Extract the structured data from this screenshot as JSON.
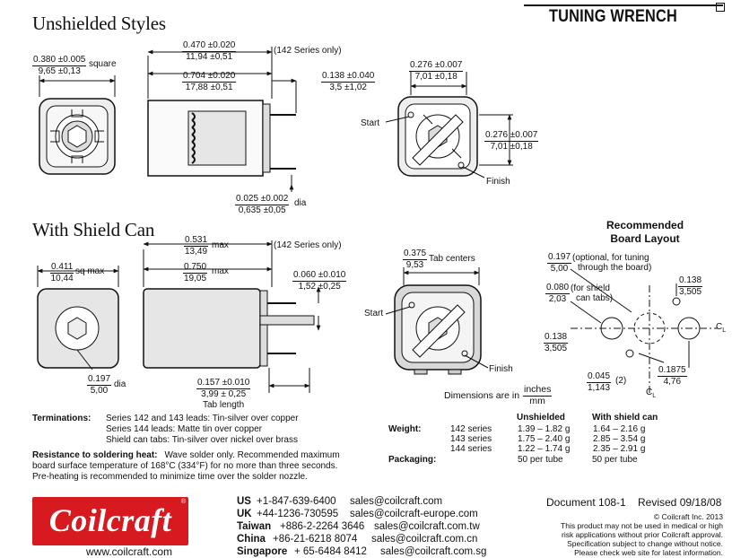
{
  "header": {
    "product_title": "TUNING WRENCH"
  },
  "unshielded": {
    "heading": "Unshielded Styles",
    "dim_square_top": "0.380 ±0.005",
    "dim_square_bottom": "9,65 ±0,13",
    "dim_square_unit": "square",
    "dim_a_top": "0.470 ±0.020",
    "dim_a_bottom": "11,94 ±0,51",
    "dim_a_note": "(142 Series only)",
    "dim_b_top": "0.704 ±0.020",
    "dim_b_bottom": "17,88 ±0,51",
    "dim_c_top": "0.138 ±0.040",
    "dim_c_bottom": "3,5 ±1,02",
    "dim_dia_top": "0.025 ±0.002",
    "dim_dia_bottom": "0,635 ±0,05",
    "dim_dia_unit": "dia",
    "dim_w_top": "0.276 ±0.007",
    "dim_w_bottom": "7,01 ±0,18",
    "dim_h_top": "0.276 ±0.007",
    "dim_h_bottom": "7,01 ±0,18",
    "start_label": "Start",
    "finish_label": "Finish"
  },
  "shielded": {
    "heading": "With Shield Can",
    "dim_sq_top": "0.411",
    "dim_sq_bottom": "10,44",
    "dim_sq_unit": "sq max",
    "dim_a_top": "0.531",
    "dim_a_bottom": "13,49",
    "dim_a_unit": "max",
    "dim_a_note": "(142 Series only)",
    "dim_b_top": "0.750",
    "dim_b_bottom": "19,05",
    "dim_b_unit": "max",
    "dim_c_top": "0.060 ±0.010",
    "dim_c_bottom": "1,52 ±0,25",
    "dim_d_top": "0.157 ±0.010",
    "dim_d_bottom": "3,99 ± 0,25",
    "dim_d_note": "Tab length",
    "dim_hex_top": "0.197",
    "dim_hex_bottom": "5,00",
    "dim_hex_unit": "dia",
    "dim_tab_top": "0.375",
    "dim_tab_bottom": "9,53",
    "dim_tab_unit": "Tab centers",
    "start_label": "Start",
    "finish_label": "Finish"
  },
  "board_layout": {
    "title_line1": "Recommended",
    "title_line2": "Board Layout",
    "dim_a_top": "0.197",
    "dim_a_bottom": "5,00",
    "dim_a_note1": "(optional, for tuning",
    "dim_a_note2": "through the board)",
    "dim_b_top": "0.080",
    "dim_b_bottom": "2,03",
    "dim_b_note1": "(for shield",
    "dim_b_note2": "can tabs)",
    "dim_c_top": "0.138",
    "dim_c_bottom": "3,505",
    "dim_d_top": "0.138",
    "dim_d_bottom": "3,505",
    "dim_e_top": "0.045",
    "dim_e_bottom": "1,143",
    "dim_e_note": "(2)",
    "dim_f_top": "0.1875",
    "dim_f_bottom": "4,76",
    "cl_label": "C",
    "cl_sub": "L"
  },
  "units_note": {
    "label": "Dimensions are in",
    "top": "inches",
    "bottom": "mm"
  },
  "terminations": {
    "label": "Terminations:",
    "lines": [
      "Series 142 and 143 leads: Tin-silver over copper",
      "Series 144 leads: Matte tin over copper",
      "Shield can tabs: Tin-silver over nickel over brass"
    ]
  },
  "weights": {
    "col_unshielded": "Unshielded",
    "col_shield": "With shield can",
    "weight_label": "Weight:",
    "rows": [
      {
        "series": "142 series",
        "unshielded": "1.39 – 1.82 g",
        "shield": "1.64 – 2.16 g"
      },
      {
        "series": "143 series",
        "unshielded": "1.75 – 2.40 g",
        "shield": "2.85 – 3.54 g"
      },
      {
        "series": "144 series",
        "unshielded": "1.22 – 1.74 g",
        "shield": "2.35 – 2.91 g"
      }
    ],
    "packaging_label": "Packaging:",
    "pack_unshielded": "50 per tube",
    "pack_shield": "50 per tube"
  },
  "resistance": {
    "label": "Resistance to soldering heat:",
    "line1": "Wave solder only. Recommended maximum",
    "line2": "board surface temperature of 168°C (334°F) for no more than three seconds.",
    "line3": "Pre-heating is recommended to minimize time over the solder nozzle."
  },
  "footer": {
    "logo_text": "Coilcraft",
    "website": "www.coilcraft.com",
    "contacts": [
      {
        "region": "US",
        "phone": "+1-847-639-6400",
        "email": "sales@coilcraft.com"
      },
      {
        "region": "UK",
        "phone": "+44-1236-730595",
        "email": "sales@coilcraft-europe.com"
      },
      {
        "region": "Taiwan",
        "phone": "+886-2-2264 3646",
        "email": "sales@coilcraft.com.tw"
      },
      {
        "region": "China",
        "phone": "+86-21-6218 8074",
        "email": "sales@coilcraft.com.cn"
      },
      {
        "region": "Singapore",
        "phone": "+ 65-6484 8412",
        "email": "sales@coilcraft.com.sg"
      }
    ],
    "document_number": "Document 108-1",
    "revised": "Revised 09/18/08",
    "copyright": "© Coilcraft Inc. 2013",
    "legal_lines": [
      "This product may not be used in medical or high",
      "risk applications without prior Coilcraft approval.",
      "Specification subject to change without notice.",
      "Please check web site for latest information."
    ]
  },
  "colors": {
    "brand_red": "#d71920",
    "ink": "#111111",
    "drawing_gray": "#e8e8e8"
  }
}
